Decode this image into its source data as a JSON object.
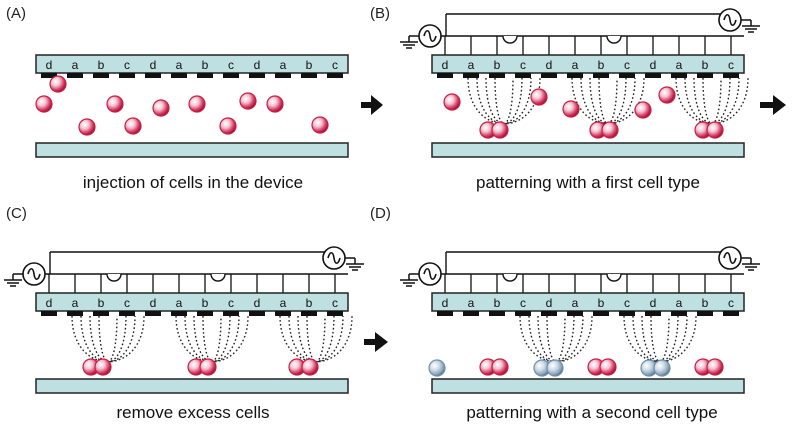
{
  "panels": [
    {
      "id": "A",
      "label": "(A)",
      "caption": "injection of cells in the device",
      "electrodes": [
        "d",
        "a",
        "b",
        "c",
        "d",
        "a",
        "b",
        "c",
        "d",
        "a",
        "b",
        "c"
      ],
      "wiring": false,
      "field_groups": [],
      "free_cells": [
        [
          44,
          104
        ],
        [
          58,
          84
        ],
        [
          87,
          127
        ],
        [
          115,
          104
        ],
        [
          133,
          126
        ],
        [
          161,
          108
        ],
        [
          197,
          104
        ],
        [
          228,
          126
        ],
        [
          248,
          101
        ],
        [
          275,
          104
        ],
        [
          320,
          125
        ]
      ],
      "settled_cells": []
    },
    {
      "id": "B",
      "label": "(B)",
      "caption": "patterning with a first cell type",
      "electrodes": [
        "d",
        "a",
        "b",
        "c",
        "d",
        "a",
        "b",
        "c",
        "d",
        "a",
        "b",
        "c"
      ],
      "wiring": true,
      "field_groups": [
        3,
        7,
        11
      ],
      "free_cells": [
        [
          452,
          102
        ],
        [
          539,
          97
        ],
        [
          571,
          109
        ],
        [
          643,
          110
        ],
        [
          667,
          95
        ]
      ],
      "settled_cells": [
        [
          "red",
          [
            488,
            130
          ]
        ],
        [
          "red",
          [
            500,
            130
          ]
        ],
        [
          "red",
          [
            598,
            130
          ]
        ],
        [
          "red",
          [
            610,
            130
          ]
        ],
        [
          "red",
          [
            703,
            130
          ]
        ],
        [
          "red",
          [
            715,
            130
          ]
        ]
      ]
    },
    {
      "id": "C",
      "label": "(C)",
      "caption": "remove excess cells",
      "electrodes": [
        "d",
        "a",
        "b",
        "c",
        "d",
        "a",
        "b",
        "c",
        "d",
        "a",
        "b",
        "c"
      ],
      "wiring": true,
      "field_groups": [
        3,
        7,
        11
      ],
      "free_cells": [],
      "settled_cells": [
        [
          "red",
          [
            91,
            367
          ]
        ],
        [
          "red",
          [
            103,
            367
          ]
        ],
        [
          "red",
          [
            196,
            367
          ]
        ],
        [
          "red",
          [
            208,
            367
          ]
        ],
        [
          "red",
          [
            297,
            367
          ]
        ],
        [
          "red",
          [
            310,
            367
          ]
        ]
      ]
    },
    {
      "id": "D",
      "label": "(D)",
      "caption": "patterning with a second cell type",
      "electrodes": [
        "d",
        "a",
        "b",
        "c",
        "d",
        "a",
        "b",
        "c",
        "d",
        "a",
        "b",
        "c"
      ],
      "wiring": true,
      "field_groups": [
        5,
        9
      ],
      "free_cells": [],
      "settled_cells": [
        [
          "blue",
          [
            437,
            368
          ]
        ],
        [
          "red",
          [
            488,
            367
          ]
        ],
        [
          "red",
          [
            500,
            367
          ]
        ],
        [
          "blue",
          [
            542,
            368
          ]
        ],
        [
          "blue",
          [
            555,
            368
          ]
        ],
        [
          "red",
          [
            596,
            367
          ]
        ],
        [
          "red",
          [
            608,
            367
          ]
        ],
        [
          "blue",
          [
            649,
            368
          ]
        ],
        [
          "blue",
          [
            662,
            368
          ]
        ],
        [
          "red",
          [
            703,
            367
          ]
        ],
        [
          "red",
          [
            715,
            367
          ]
        ]
      ]
    }
  ],
  "arrows": [
    "right-arrow",
    "right-arrow",
    "right-arrow"
  ],
  "colors": {
    "electrode_bar": "#bfe0e0",
    "substrate": "#bfe0e0",
    "outline": "#222222",
    "pad": "#111111",
    "cell_type_1": "#c81e44",
    "cell_type_2": "#6f8fa8",
    "field_lines": "#222222"
  },
  "symbols": {
    "ac_source": "ac-source-icon",
    "ground": "ground-icon"
  }
}
